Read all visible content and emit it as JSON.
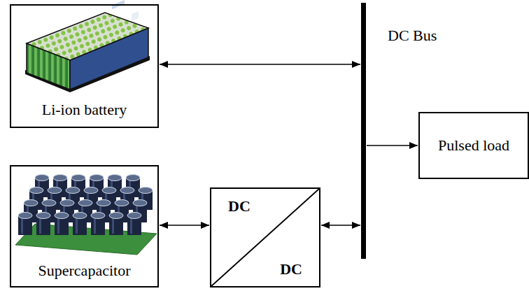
{
  "diagram": {
    "nodes": [
      {
        "text": [
          "Li-ion battery"
        ]
      },
      {
        "text": [
          "DC Bus"
        ]
      },
      {
        "text": [
          "Pulsed load"
        ]
      },
      {
        "text": [
          "Supercapacitor"
        ]
      },
      {
        "text": [
          "DC",
          "DC"
        ]
      }
    ],
    "edges": [
      {
        "from": 0,
        "to": 1,
        "arrow": "both"
      },
      {
        "from": 1,
        "to": 2,
        "arrow": "to"
      },
      {
        "from": 3,
        "to": 4,
        "arrow": "both"
      },
      {
        "from": 4,
        "to": 1,
        "arrow": "both"
      }
    ]
  }
}
